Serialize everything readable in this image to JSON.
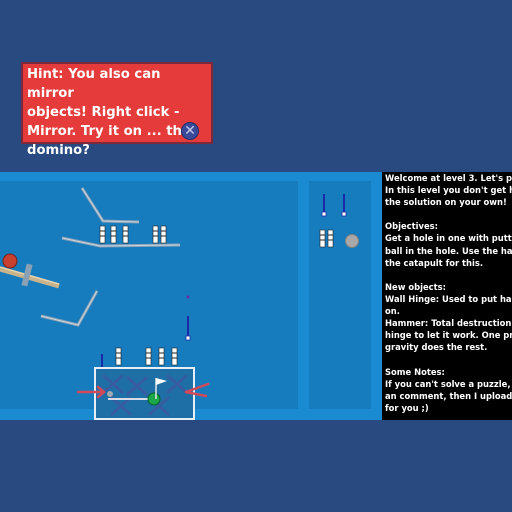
{
  "hint": {
    "lines": [
      "Hint: You also can mirror",
      "objects! Right click -",
      "Mirror. Try it on ... the",
      "domino?"
    ],
    "close_glyph": "✕"
  },
  "info_panel": {
    "paragraphs": [
      [
        "Welcome at level 3. Let's pl",
        "In this level you don't get h",
        "the solution on your own!"
      ],
      [
        "Objectives:",
        "Get a hole in one with putti",
        "ball in the hole. Use the har",
        "the catapult for this."
      ],
      [
        "New objects:",
        "Wall Hinge: Used to put har",
        "on.",
        "Hammer: Total destruction.",
        "hinge to let it work. One pr",
        "gravity does the rest."
      ],
      [
        "Some Notes:",
        "If you can't solve a puzzle, ",
        "an comment, then I upload",
        "for you ;)"
      ]
    ]
  },
  "colors": {
    "page_background": "#284a80",
    "board_background": "#1a8bd0",
    "play_area": "#177cbd",
    "hint_background": "#e63b3b",
    "info_background": "#000000",
    "goal_hole": "#1aa84a",
    "ball": "#c84030",
    "pin": "#1c2aa8"
  },
  "icons": {
    "hint_close": "close-x-icon",
    "goal_flag": "flag-icon",
    "golf_ball": "golf-ball-icon"
  }
}
